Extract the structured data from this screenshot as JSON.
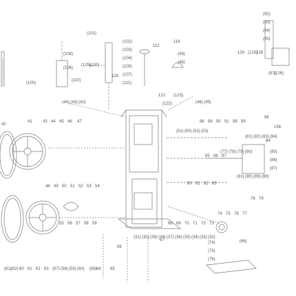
{
  "diagram": {
    "type": "exploded parts diagram",
    "line_color": "#777777",
    "label_color": "#555555"
  },
  "callouts": {
    "c1": "(92)",
    "c2": "(93)",
    "c3": "(94)",
    "c4": "(95)",
    "c5": "(97)",
    "c6": "(49)",
    "c7": "(46)",
    "c8": "112",
    "c9": "116",
    "c10": "(101)",
    "c11": "(102)",
    "c12": "(103)",
    "c13": "(104)",
    "c14": "(105)",
    "c15": "(106)",
    "c16": "(107)",
    "c17": "(108)",
    "c18": "(110)",
    "c19": "(111)",
    "c20": "(100)",
    "c21": "121",
    "c22": "(122)",
    "c23": "(123)",
    "c24": "124",
    "c25": "(125)",
    "c26": "(120)",
    "c27": "129",
    "c28": "128",
    "c29": "(126)",
    "c30": "(129)",
    "c31": "41",
    "c32": "42",
    "c33": "43",
    "c34": "44",
    "c35": "45",
    "c36": "46",
    "c37": "47",
    "c38": "48",
    "c39": "49",
    "c40": "50",
    "c41": "51",
    "c42": "52",
    "c43": "53",
    "c44": "54",
    "c45": "55",
    "c46": "56",
    "c47": "57",
    "c48": "58",
    "c49": "59",
    "c50": "60",
    "c51": "61",
    "c52": "62",
    "c53": "63",
    "c54": "64",
    "c55": "65",
    "c56": "66",
    "c57": "67",
    "c58": "68",
    "c59": "69",
    "c60": "70",
    "c61": "71",
    "c62": "72",
    "c63": "73",
    "c64": "74",
    "c65": "75",
    "c66": "76",
    "c67": "77",
    "c68": "78",
    "c69": "79",
    "c70": "80",
    "c71": "81",
    "c72": "82",
    "c73": "83",
    "c74": "84",
    "c75": "85",
    "c76": "86",
    "c77": "87",
    "c78": "88",
    "c79": "89",
    "c80": "90",
    "c81": "91",
    "c82": "96",
    "c83": "98",
    "c84": "99",
    "c85": "138",
    "c86": "(46)",
    "c87": "(45)",
    "c88": "(44)",
    "c89": "(43)",
    "c90": "(42)",
    "c91": "(51)",
    "c92": "(50)",
    "c93": "(52)",
    "c94": "(53)",
    "c95": "(56)",
    "c96": "(57)",
    "c97": "(58)",
    "c98": "(59)",
    "c99": "(60)",
    "c100": "(61)",
    "c101": "(62)",
    "c102": "(66)",
    "c103": "(74)",
    "c104": "(75)",
    "c105": "(76)",
    "c106": "(77)",
    "c107": "(78)",
    "c108": "(79)",
    "c109": "(80)",
    "c110": "(81)",
    "c111": "(82)",
    "c112": "(83)",
    "c113": "(84)",
    "c114": "(85)",
    "c115": "(86)",
    "c116": "(87)",
    "c117": "(88)",
    "c118": "(89)",
    "c119": "(90)",
    "c120": "(91)",
    "c121": "(32)",
    "c122": "(33)",
    "c123": "(34)",
    "c124": "(35)",
    "c125": "(36)",
    "c126": "(37)",
    "c127": "(38)",
    "c128": "(39)",
    "c129": "(30)",
    "c130": "(31)"
  }
}
